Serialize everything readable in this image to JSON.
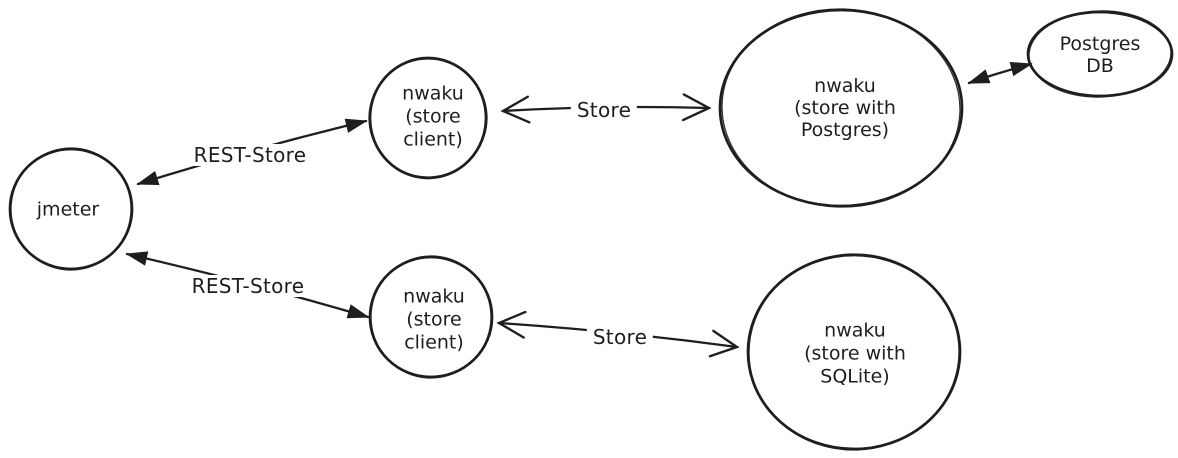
{
  "canvas": {
    "background": "#ffffff",
    "stroke_color": "#1e1e1e",
    "style": "hand-drawn-sketch"
  },
  "nodes": {
    "jmeter": {
      "label": "jmeter",
      "shape": "circle"
    },
    "store_client_top": {
      "label": "nwaku\n(store\nclient)",
      "shape": "circle"
    },
    "store_with_postgres": {
      "label": "nwaku\n(store with\nPostgres)",
      "shape": "circle"
    },
    "postgres_db": {
      "label": "Postgres\nDB",
      "shape": "ellipse"
    },
    "store_client_bottom": {
      "label": "nwaku\n(store\nclient)",
      "shape": "circle"
    },
    "store_with_sqlite": {
      "label": "nwaku\n(store with\nSQLite)",
      "shape": "circle"
    }
  },
  "edges": {
    "rest_store_top": {
      "label": "REST-Store",
      "from": "jmeter",
      "to": "store_client_top",
      "arrowheads": "double-filled"
    },
    "rest_store_bottom": {
      "label": "REST-Store",
      "from": "jmeter",
      "to": "store_client_bottom",
      "arrowheads": "double-filled"
    },
    "store_top": {
      "label": "Store",
      "from": "store_client_top",
      "to": "store_with_postgres",
      "arrowheads": "double-open"
    },
    "store_bottom": {
      "label": "Store",
      "from": "store_client_bottom",
      "to": "store_with_sqlite",
      "arrowheads": "double-open"
    },
    "postgres_link": {
      "label": "",
      "from": "store_with_postgres",
      "to": "postgres_db",
      "arrowheads": "double-filled"
    }
  }
}
